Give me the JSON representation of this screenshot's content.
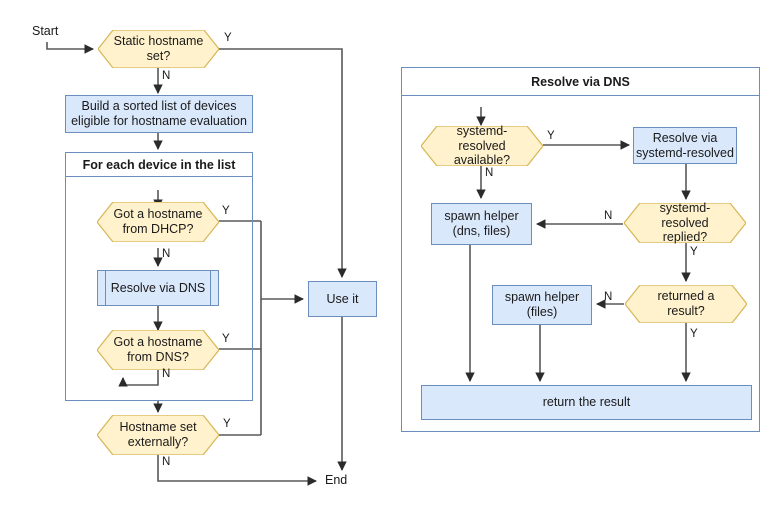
{
  "diagram": {
    "title": "Hostname resolution flowchart",
    "colors": {
      "process_fill": "#dae8fc",
      "process_stroke": "#6c8ebf",
      "decision_fill": "#fff2cc",
      "decision_stroke": "#d6b656",
      "edge": "#56585a",
      "text": "#1a1a1a"
    }
  },
  "labels": {
    "start": "Start",
    "end": "End"
  },
  "main_flow": {
    "static_hostname": "Static hostname\nset?",
    "static_hostname_line1": "Static hostname",
    "static_hostname_line2": "set?",
    "build_list_line1": "Build a sorted list of devices",
    "build_list_line2": "eligible for hostname evaluation",
    "loop_header": "For each device in the list",
    "got_dhcp_line1": "Got a hostname",
    "got_dhcp_line2": "from DHCP?",
    "resolve_via_dns": "Resolve via DNS",
    "got_dns_line1": "Got a hostname",
    "got_dns_line2": "from DNS?",
    "hostname_external_line1": "Hostname set",
    "hostname_external_line2": "externally?",
    "use_it": "Use it"
  },
  "dns_panel": {
    "title": "Resolve via DNS",
    "resolved_available_line1": "systemd-resolved",
    "resolved_available_line2": "available?",
    "resolve_via_resolved_line1": "Resolve via",
    "resolve_via_resolved_line2": "systemd-resolved",
    "resolved_replied_line1": "systemd-resolved",
    "resolved_replied_line2": "replied?",
    "spawn_helper_dns_line1": "spawn helper",
    "spawn_helper_dns_line2": "(dns, files)",
    "returned_result": "returned a result?",
    "spawn_helper_files_line1": "spawn helper",
    "spawn_helper_files_line2": "(files)",
    "return_the_result": "return the result"
  },
  "edge_labels": {
    "static_y": "Y",
    "static_n": "N",
    "dhcp_y": "Y",
    "dhcp_n": "N",
    "dns_y": "Y",
    "dns_n": "N",
    "external_y": "Y",
    "external_n": "N",
    "resolved_available_y": "Y",
    "resolved_available_n": "N",
    "resolved_replied_y": "Y",
    "resolved_replied_n": "N",
    "returned_result_y": "Y",
    "returned_result_n": "N"
  }
}
